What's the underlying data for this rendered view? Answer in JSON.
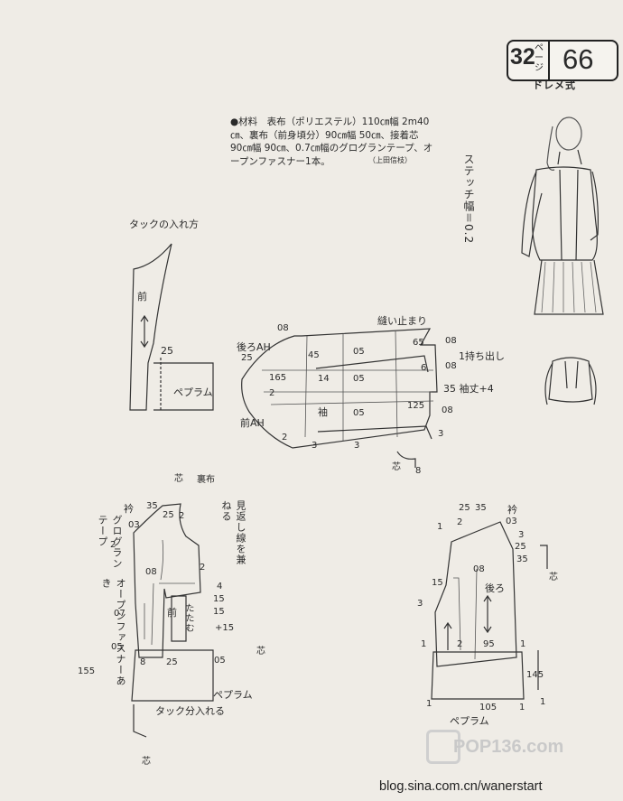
{
  "badge": {
    "number": "32",
    "unit": "ペ ー ジ",
    "big": "66",
    "subtitle": "ドレメ式"
  },
  "materials": {
    "text": "●材料　表布（ポリエステル）110㎝幅 2m40㎝、裏布（前身頃分）90㎝幅 50㎝、接着芯 90㎝幅 90㎝、0.7㎝幅のグログランテープ、オープンファスナー1本。",
    "credit": "（上田信枝）"
  },
  "stitch_note": "ステッチ幅＝0.2",
  "tuck": {
    "title": "タックの入れ方",
    "front": "前",
    "num25": "25",
    "peplum": "ペプラム"
  },
  "sleeve": {
    "back_ah": "後ろAH",
    "front_ah": "前AH",
    "sleeve": "袖",
    "stop": "縫い止まり",
    "extension": "1持ち出し",
    "length": "35 袖丈+4",
    "labels": [
      "08",
      "25",
      "45",
      "05",
      "65",
      "08",
      "08",
      "165",
      "14",
      "05",
      "6",
      "2",
      "05",
      "125",
      "08",
      "2",
      "3",
      "3",
      "3",
      "8"
    ],
    "cloth": "芯"
  },
  "front": {
    "collar": "衿",
    "lining": "裏布",
    "cloth": "芯",
    "front": "前",
    "facing": "見返し線を兼ねる",
    "tape": "グログランテープ",
    "zip": "オープンファスナーあき",
    "tuck": "タック分入れる",
    "peplum": "ペプラム",
    "folded": "たたむ",
    "labels": [
      "35",
      "25",
      "2",
      "03",
      "2",
      "08",
      "2",
      "4",
      "15",
      "07",
      "15",
      "+15",
      "05",
      "8",
      "25",
      "05",
      "155"
    ]
  },
  "back": {
    "collar": "衿",
    "back": "後ろ",
    "cloth": "芯",
    "peplum": "ペプラム",
    "labels": [
      "25",
      "35",
      "1",
      "2",
      "03",
      "3",
      "25",
      "08",
      "35",
      "15",
      "3",
      "1",
      "2",
      "95",
      "1",
      "1",
      "105",
      "1",
      "145",
      "1"
    ]
  },
  "footer": {
    "watermark": "POP136.com",
    "blog": "blog.sina.com.cn/wanerstart"
  }
}
